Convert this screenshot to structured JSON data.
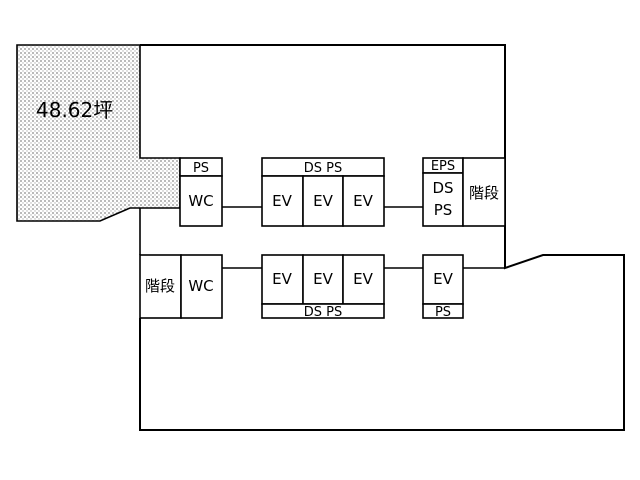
{
  "plan": {
    "area_label": "48.62坪",
    "highlight_color": "#cfcfcf",
    "upper_core": {
      "ps": "PS",
      "wc": "WC",
      "ds_ps": "DS  PS",
      "ev": [
        "EV",
        "EV",
        "EV"
      ],
      "eps": "EPS",
      "ds": "DS",
      "ps2": "PS",
      "stairs": "階段"
    },
    "lower_core": {
      "stairs": "階段",
      "wc": "WC",
      "ev": [
        "EV",
        "EV",
        "EV"
      ],
      "ds_ps": "DS  PS",
      "ev_single": "EV",
      "ps": "PS"
    }
  }
}
